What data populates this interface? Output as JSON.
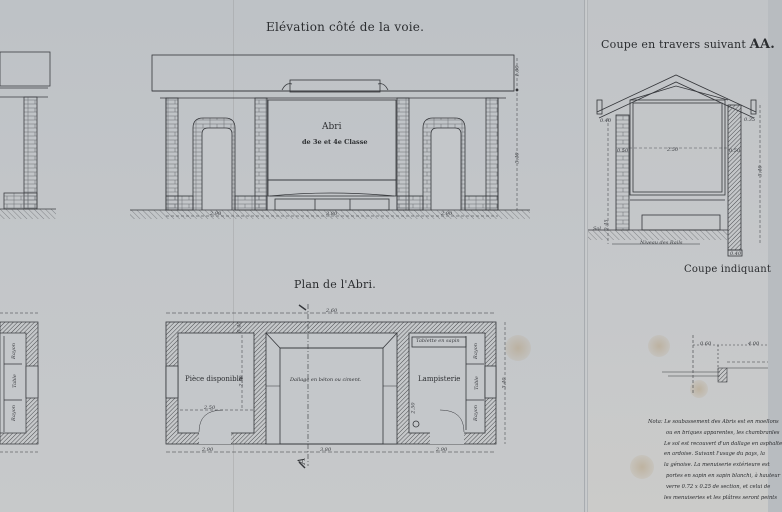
{
  "document": {
    "type": "architectural-drawing",
    "subject": "Abri de 3e et 4e Classe"
  },
  "elevation": {
    "title": "Elévation côté de la voie.",
    "sign_line1": "Abri",
    "sign_line2": "de 3e et 4e Classe",
    "dims_bottom": [
      "2.90",
      "3.80",
      "2.90"
    ],
    "dim_roof_height": "1.00",
    "dim_wall_height": "3.40"
  },
  "section_aa": {
    "title_prefix": "Coupe en travers suivant ",
    "title_letters": "AA.",
    "dim_inner_width": "2.50",
    "dim_left_wall": "0.40",
    "dim_right_wall": "0.35",
    "dim_left_mid": "0.50",
    "dim_right_mid": "0.50",
    "dim_total_height": "3.40",
    "dim_footing": "0.40",
    "label_sol": "Sol",
    "label_niveau": "Niveau des Rails",
    "dim_base_left": "0.45"
  },
  "section_second": {
    "title": "Coupe indiquant",
    "dim_a": "0.60",
    "dim_b": "4.00"
  },
  "plan": {
    "title": "Plan de l'Abri.",
    "section_marker": "A",
    "dim_top": "2.60",
    "dim_wall": "0.40",
    "rooms": {
      "left": "Pièce disponible",
      "center": "Dallage en béton ou ciment.",
      "right": "Lampisterie"
    },
    "tablet_label": "Tablette en sapin",
    "shelf_labels": [
      "Rayon",
      "Table",
      "Rayon"
    ],
    "dim_left_room": "2.50",
    "dim_left_height": "2.50",
    "dims_bottom": [
      "2.90",
      "3.80",
      "2.90"
    ],
    "dim_right_side": "2.50",
    "dim_depth": "3.40",
    "bottom_marker": "A"
  },
  "left_partial": {
    "shelf_labels": [
      "Rayon",
      "Table",
      "Rayon"
    ]
  },
  "note": {
    "lines": [
      "Nota: Le soubassement des Abris est en moellons",
      "ou en briques apparentes, les chambranles",
      "Le sol est recouvert d'un dallage en asphalte",
      "en ardoise. Suivant l'usage du pays, la",
      "la génoise. La menuiserie extérieure est",
      "portes en sapin en sapin blanchi, à hauteur",
      "verre 0.72 x 0.25 de section, et celui de",
      "les menuiseries et les plâtres seront peints"
    ]
  }
}
